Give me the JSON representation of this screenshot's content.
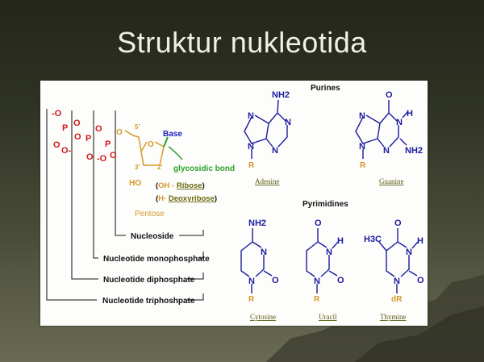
{
  "slide": {
    "title": "Struktur nukleotida"
  },
  "nucleotide": {
    "phosphate_atoms": {
      "p": "P",
      "o": "O",
      "o_minus": "-O",
      "o_neg": "O-"
    },
    "sugar": {
      "o": "O",
      "five_prime": "5'",
      "c3": "3'",
      "c2": "2'",
      "ho": "HO"
    },
    "base_label": "Base",
    "glycosidic_bond": "glycosidic bond",
    "ribose": {
      "open": "(",
      "oh": "OH - ",
      "name": "Ribose",
      "close": ")"
    },
    "deoxyribose": {
      "open": "(",
      "h": "H- ",
      "name": "Deoxyribose",
      "close": ")"
    },
    "pentose": "Pentose",
    "levels": [
      "Nucleoside",
      "Nucleotide monophosphate",
      "Nucleotide diphosphate",
      "Nucleotide triphoshpate"
    ]
  },
  "purines": {
    "heading": "Purines",
    "adenine": {
      "name": "Adenine",
      "nh2": "NH2",
      "r": "R"
    },
    "guanine": {
      "name": "Guanine",
      "o": "O",
      "h": "H",
      "nh2": "NH2",
      "r": "R"
    }
  },
  "pyrimidines": {
    "heading": "Pyrimidines",
    "cytosine": {
      "name": "Cytosine",
      "nh2": "NH2",
      "r": "R"
    },
    "uracil": {
      "name": "Uracil",
      "o": "O",
      "h": "H",
      "r": "R"
    },
    "thymine": {
      "name": "Thymine",
      "o": "O",
      "h": "H",
      "ch3": "H3C",
      "r": "dR"
    }
  },
  "atoms": {
    "n": "N",
    "o": "O"
  },
  "colors": {
    "phosphate": "#d21818",
    "sugar": "#d39a2a",
    "base": "#1a1aa0",
    "bond": "#2aa02a"
  }
}
